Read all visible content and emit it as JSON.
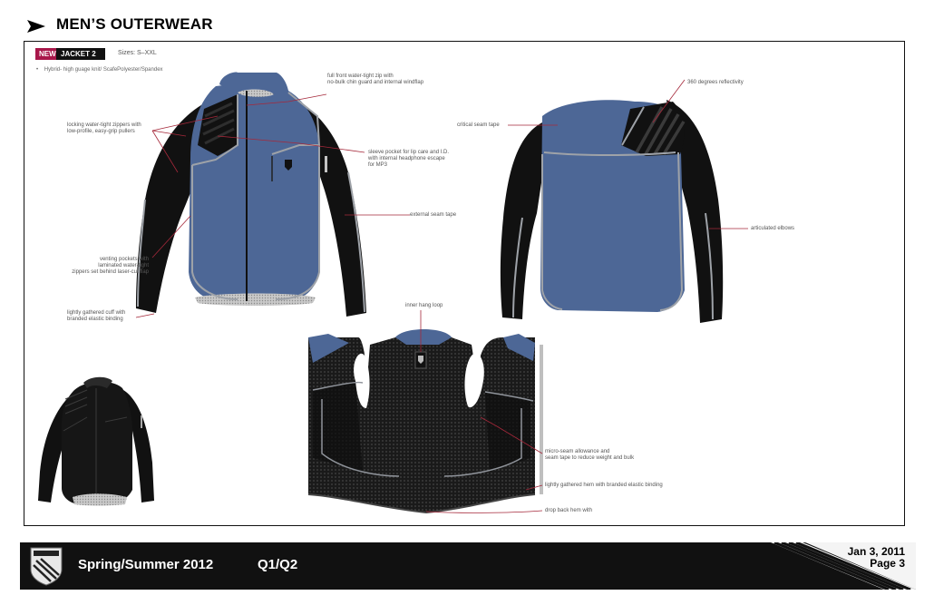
{
  "header": {
    "title": "MEN’S OUTERWEAR"
  },
  "tags": {
    "new": "NEW",
    "jacket": "JACKET 2",
    "sizes": "Sizes: S–XXL"
  },
  "fabric": "Hybrid- high guage knit/ ScafePolyester/Spandex",
  "notes": {
    "zip": [
      "full front water-tight zip with",
      "no-bulk chin guard and internal windflap"
    ],
    "zippers": [
      "locking water-tight zippers with",
      "low-profile, easy-grip pullers"
    ],
    "sleeve_pocket": [
      "sleeve pocket for lip care and I.D.",
      "with internal headphone escape",
      "for MP3"
    ],
    "external_seam": "external seam tape",
    "venting": [
      "venting pockets with",
      "laminated water-tight",
      "zippers set behind laser-cut flap"
    ],
    "cuff": [
      "lightly gathered cuff with",
      "branded elastic binding"
    ],
    "critical_seam": "critical seam tape",
    "reflectivity": "360 degrees reflectivity",
    "elbows": "articulated elbows",
    "hang_loop": "inner hang loop",
    "micro_seam": [
      "micro-seam allowance and",
      "seam tape to reduce weight and bulk"
    ],
    "hem": "lightly gathered hem with branded elastic binding",
    "drop_back": "drop back hem with"
  },
  "footer": {
    "season": "Spring/Summer 2012",
    "quarter": "Q1/Q2",
    "date": "Jan 3, 2011",
    "page": "Page 3"
  },
  "colors": {
    "blue": "#4d6796",
    "black": "#111111",
    "accent": "#a8174a",
    "tape": "#9ea2a8",
    "leader": "#a5283a"
  }
}
